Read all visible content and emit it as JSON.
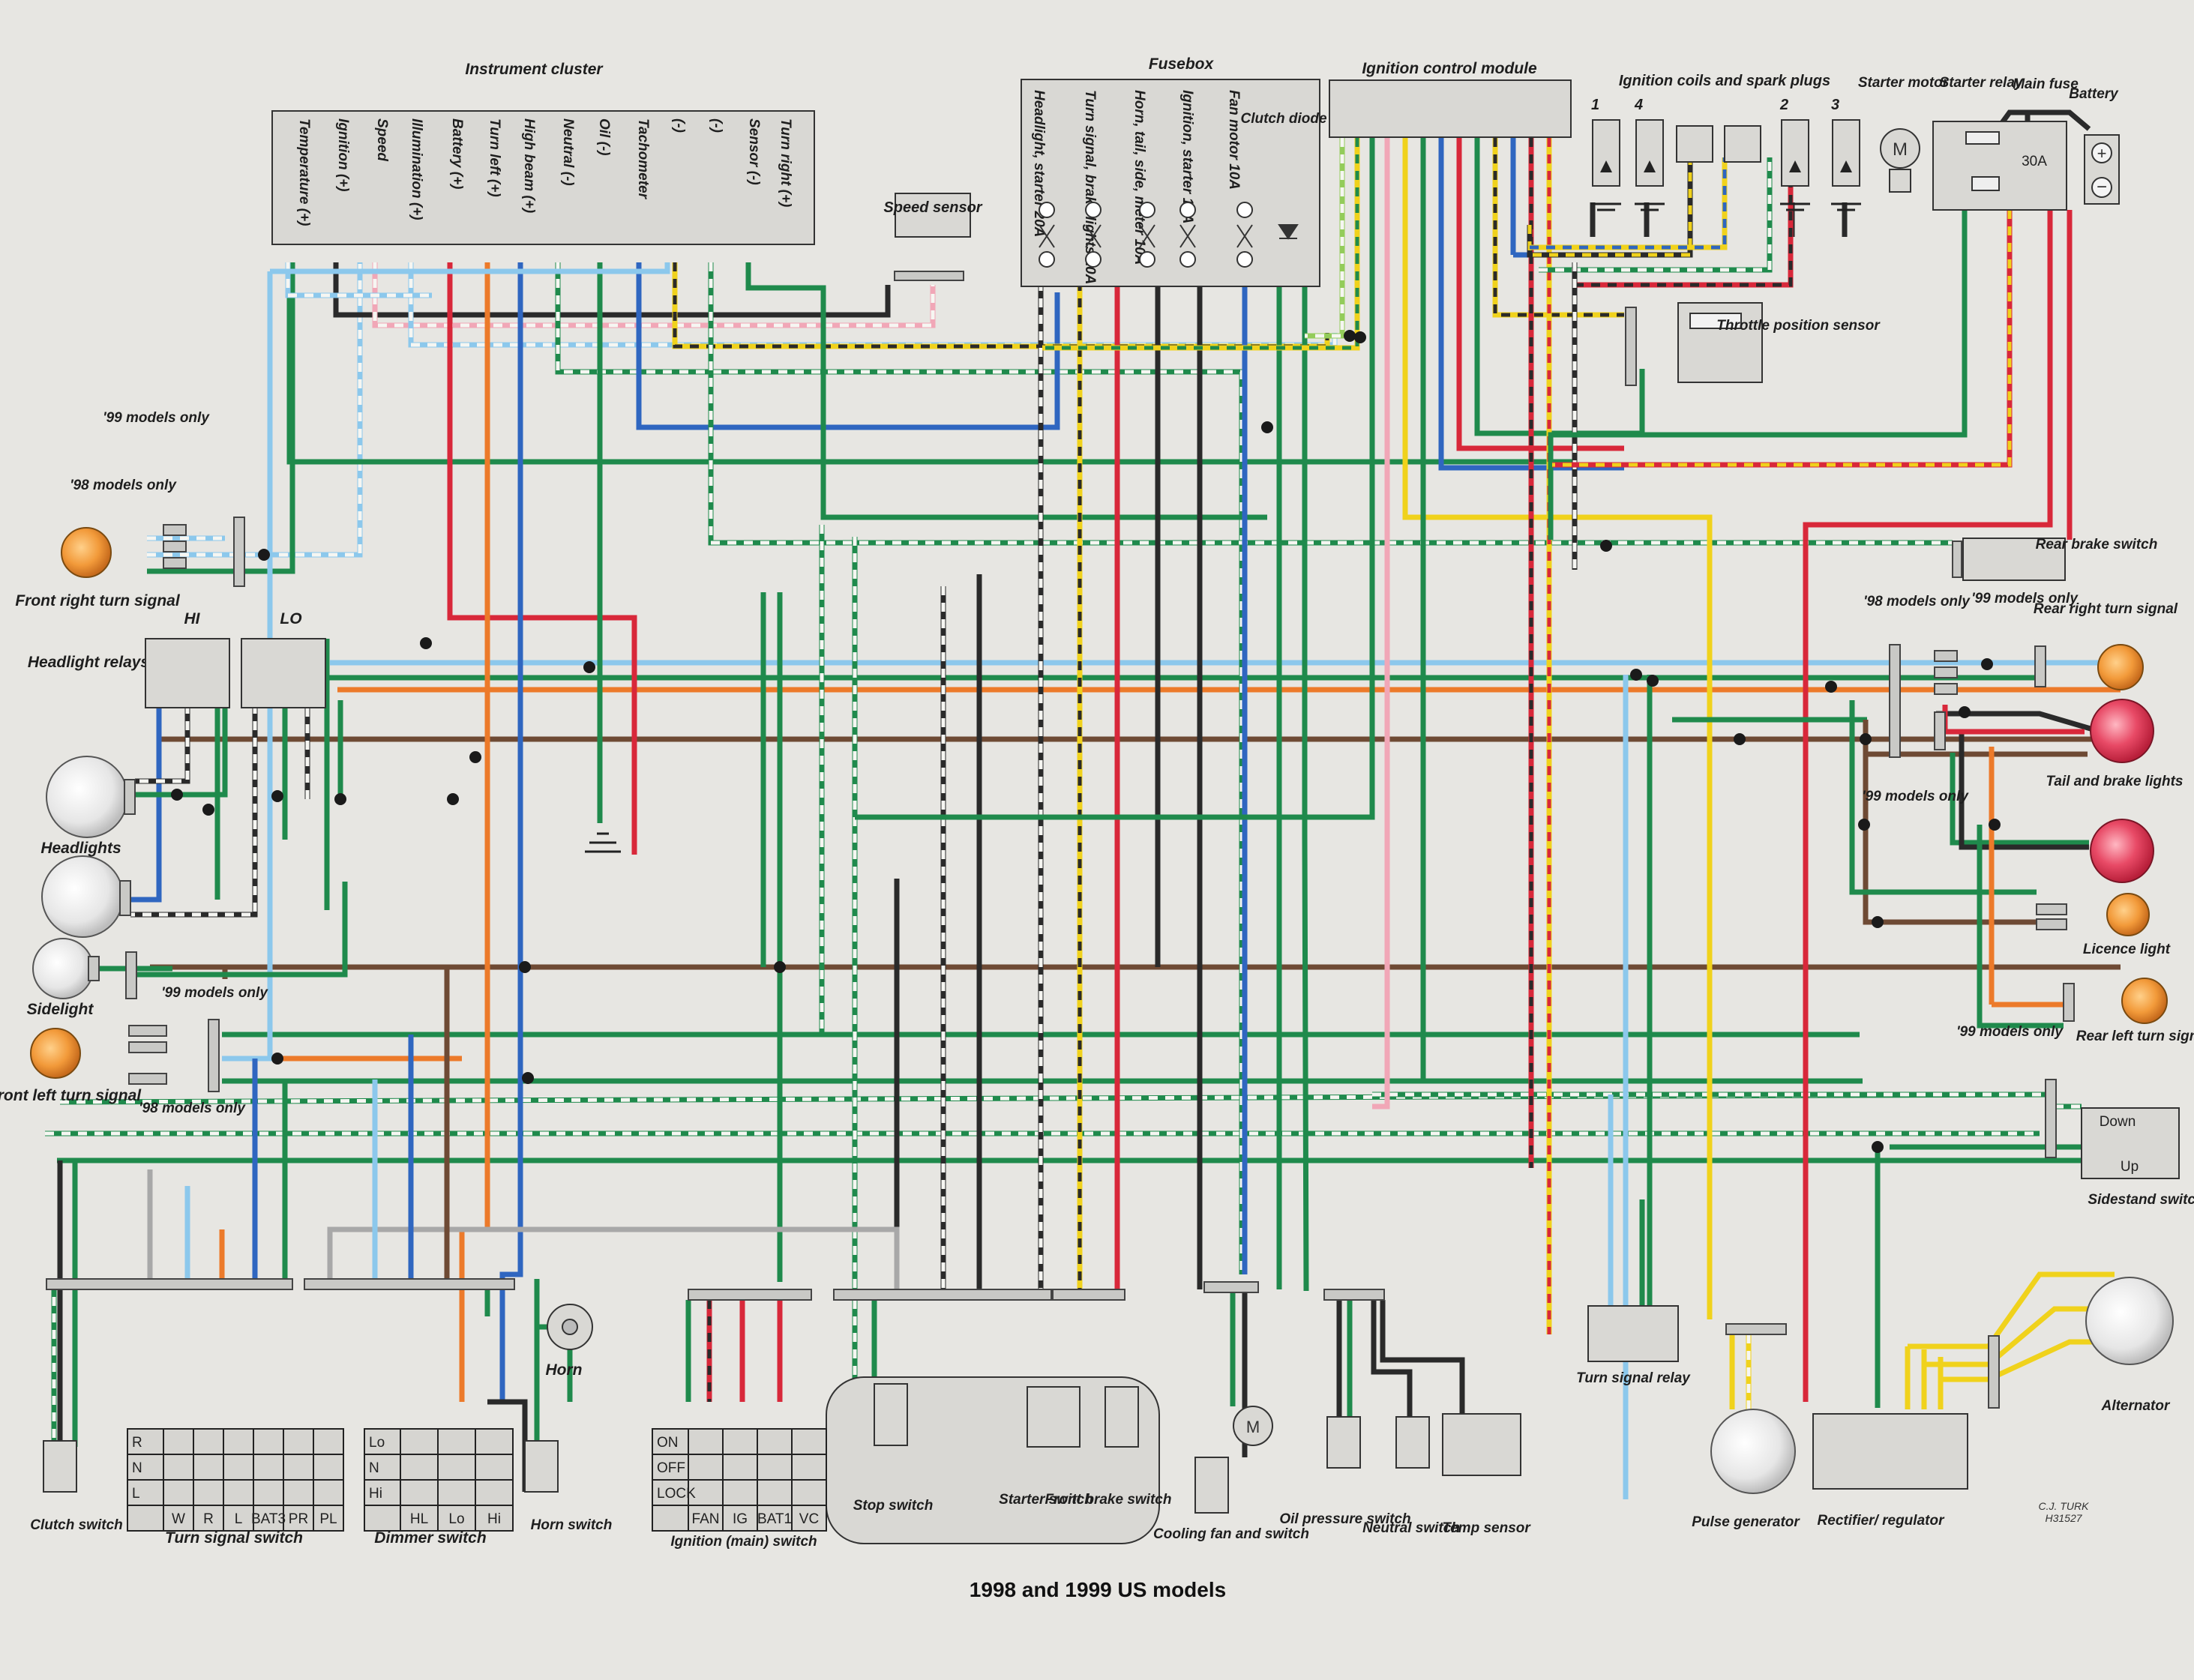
{
  "diagram": {
    "caption": "1998 and 1999 US models",
    "credit": [
      "C.J. TURK",
      "H31527"
    ]
  },
  "instrument_cluster": {
    "title": "Instrument cluster",
    "terminals": [
      "Temperature (+)",
      "Ignition (+)",
      "Speed",
      "Illumination (+)",
      "Battery (+)",
      "Turn left (+)",
      "High beam (+)",
      "Neutral (-)",
      "Oil (-)",
      "Tachometer",
      "(-)",
      "(-)",
      "Sensor (-)",
      "Turn right (+)"
    ]
  },
  "fusebox": {
    "title": "Fusebox",
    "fuses": [
      "Headlight, starter 20A",
      "Turn signal, brake lights 10A",
      "Horn, tail, side, meter 10A",
      "Ignition, starter 10A",
      "Fan motor 10A"
    ],
    "diode": "Clutch diode"
  },
  "components": {
    "speed_sensor": "Speed sensor",
    "icm": "Ignition control module",
    "coils": "Ignition coils and spark plugs",
    "coil_numbers": [
      "1",
      "4",
      "2",
      "3"
    ],
    "starter_motor": "Starter motor",
    "starter_relay": "Starter relay",
    "main_fuse": "Main fuse",
    "main_fuse_rating": "30A",
    "battery": "Battery",
    "tps": "Throttle position sensor",
    "rear_brake_switch": "Rear brake switch",
    "rear_right_turn": "Rear right turn signal",
    "tail_brake": "Tail and brake lights",
    "licence": "Licence light",
    "rear_left_turn": "Rear left turn signal",
    "sidestand": "Sidestand switch",
    "sidestand_down": "Down",
    "sidestand_up": "Up",
    "alternator": "Alternator",
    "rectifier": "Rectifier/ regulator",
    "pulse": "Pulse generator",
    "turn_relay": "Turn signal relay",
    "temp_sensor": "Temp sensor",
    "neutral_switch": "Neutral switch",
    "oil_switch": "Oil pressure switch",
    "fan": "Cooling fan and switch",
    "front_brake": "Front brake switch",
    "starter_switch": "Starter switch",
    "stop_switch": "Stop switch",
    "ignition_switch": "Ignition (main) switch",
    "horn_switch": "Horn switch",
    "horn": "Horn",
    "dimmer": "Dimmer switch",
    "turn_switch": "Turn signal switch",
    "clutch_switch": "Clutch switch",
    "front_left_turn": "Front left turn signal",
    "sidelight": "Sidelight",
    "headlights": "Headlights",
    "headlight_relays": "Headlight relays",
    "hi": "HI",
    "lo": "LO",
    "front_right_turn": "Front right turn signal"
  },
  "notes": {
    "m99": "'99 models only",
    "m98": "'98 models only"
  },
  "switch_tables": {
    "ignition": {
      "rows": [
        "ON",
        "OFF",
        "LOCK"
      ],
      "cols": [
        "FAN",
        "IG",
        "BAT1",
        "VC"
      ]
    },
    "turn": {
      "rows": [
        "R",
        "N",
        "L"
      ],
      "cols": [
        "W",
        "R",
        "L",
        "BAT3",
        "PR",
        "PL"
      ]
    },
    "dimmer": {
      "rows": [
        "Lo",
        "N",
        "Hi"
      ],
      "cols": [
        "HL",
        "Lo",
        "Hi"
      ]
    }
  },
  "colors": {
    "green": "#1f8a4c",
    "red": "#d8283a",
    "blue": "#2f66c0",
    "light_blue": "#8cc8ec",
    "orange": "#ec7a2a",
    "brown": "#6e4a34",
    "black": "#2a2a2a",
    "yellow": "#f0d21c",
    "pink": "#f1a7b7",
    "grey": "#a8a8a8",
    "light_green": "#93cc5a",
    "white": "#f6f6f2"
  }
}
